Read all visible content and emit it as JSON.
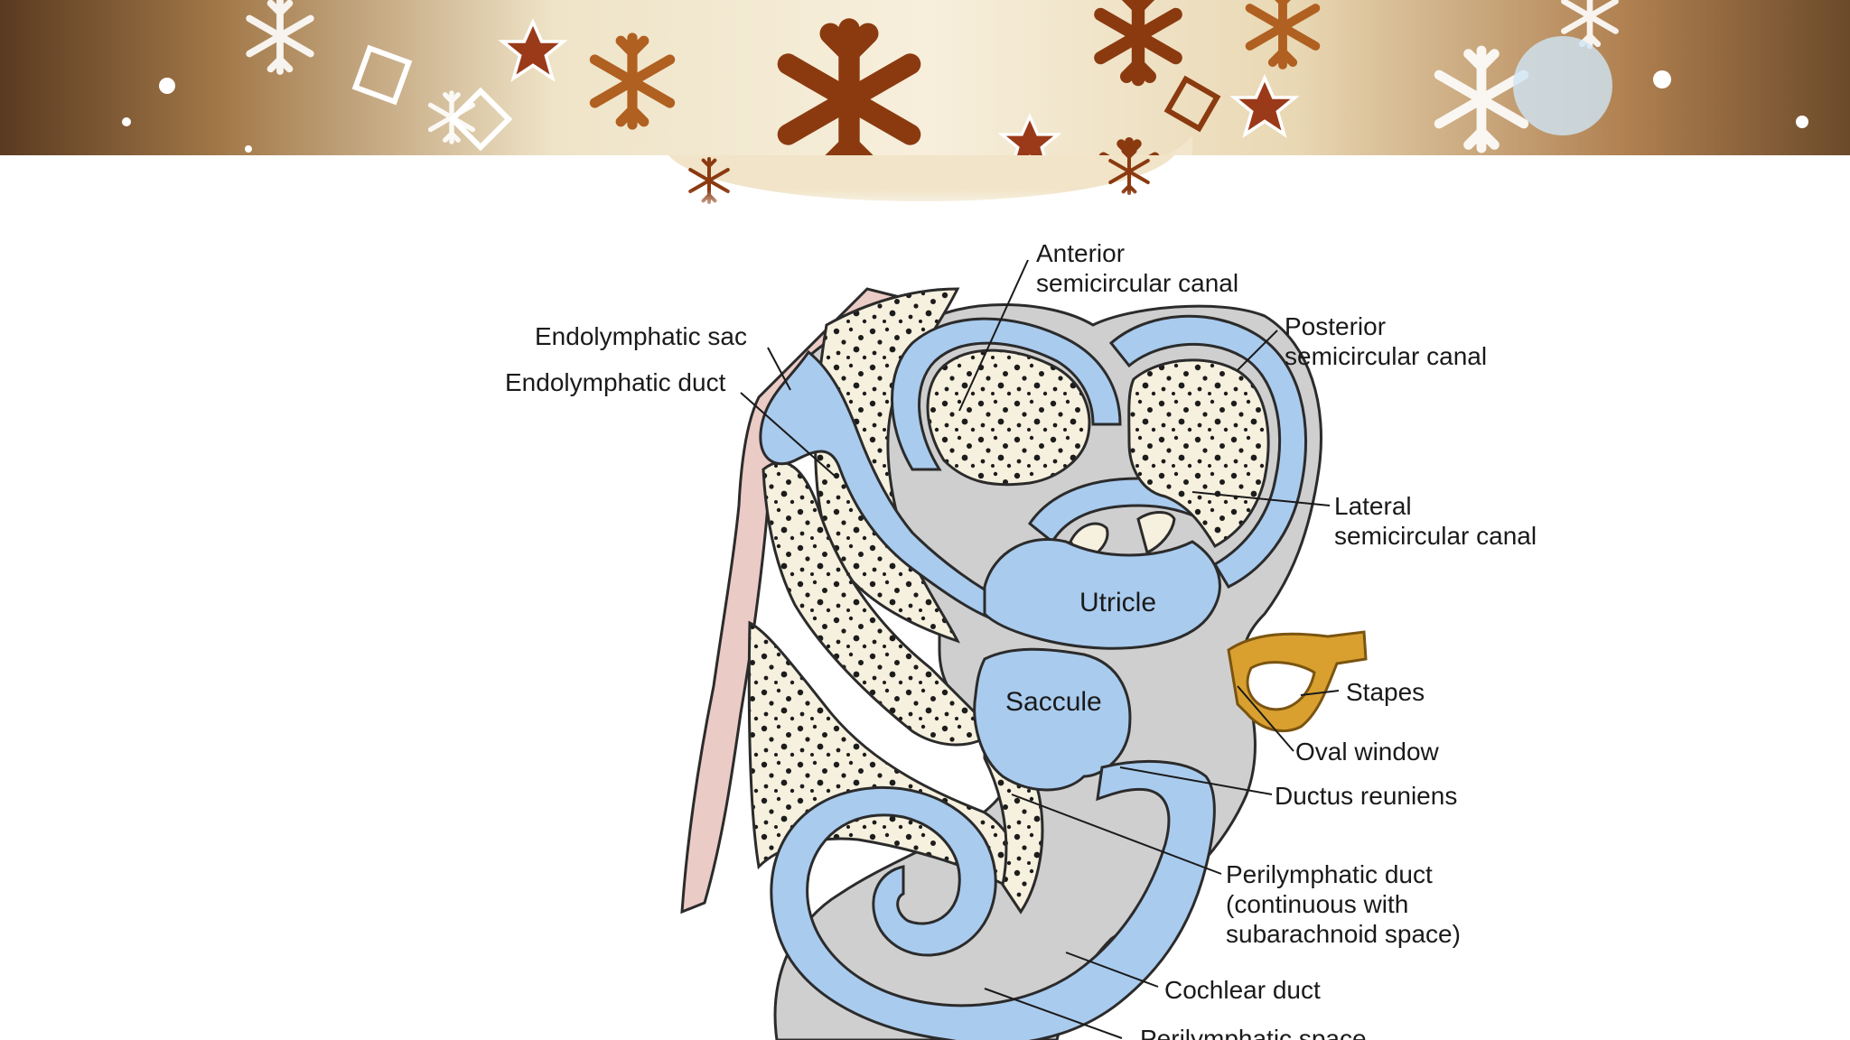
{
  "diagram": {
    "labels": {
      "anterior_1": "Anterior",
      "anterior_2": "semicircular canal",
      "posterior_1": "Posterior",
      "posterior_2": "semicircular canal",
      "endolymphatic_sac": "Endolymphatic sac",
      "endolymphatic_duct": "Endolymphatic duct",
      "lateral_1": "Lateral",
      "lateral_2": "semicircular canal",
      "utricle": "Utricle",
      "saccule": "Saccule",
      "stapes": "Stapes",
      "oval_window": "Oval window",
      "ductus_reuniens": "Ductus reuniens",
      "perilymphatic_duct_1": "Perilymphatic duct",
      "perilymphatic_duct_2": "(continuous with",
      "perilymphatic_duct_3": "subarachnoid space)",
      "cochlear_duct": "Cochlear duct",
      "perilymphatic_space": "Perilymphatic space"
    },
    "colors": {
      "endolymph": "#a9cbee",
      "perilymph": "#cfcfcf",
      "bone": "#f6f0de",
      "bone_edge": "#e9c7c3",
      "stapes": "#d9a030",
      "speckle": "#1c1c1c"
    }
  },
  "banner": {
    "decoration": "snowflake-pattern",
    "colors": {
      "left": "#6b4a2a",
      "mid": "#f2e9d4",
      "right": "#8a5a2c",
      "flake_dark": "#8b3a10",
      "flake_light": "#ffffff"
    }
  }
}
